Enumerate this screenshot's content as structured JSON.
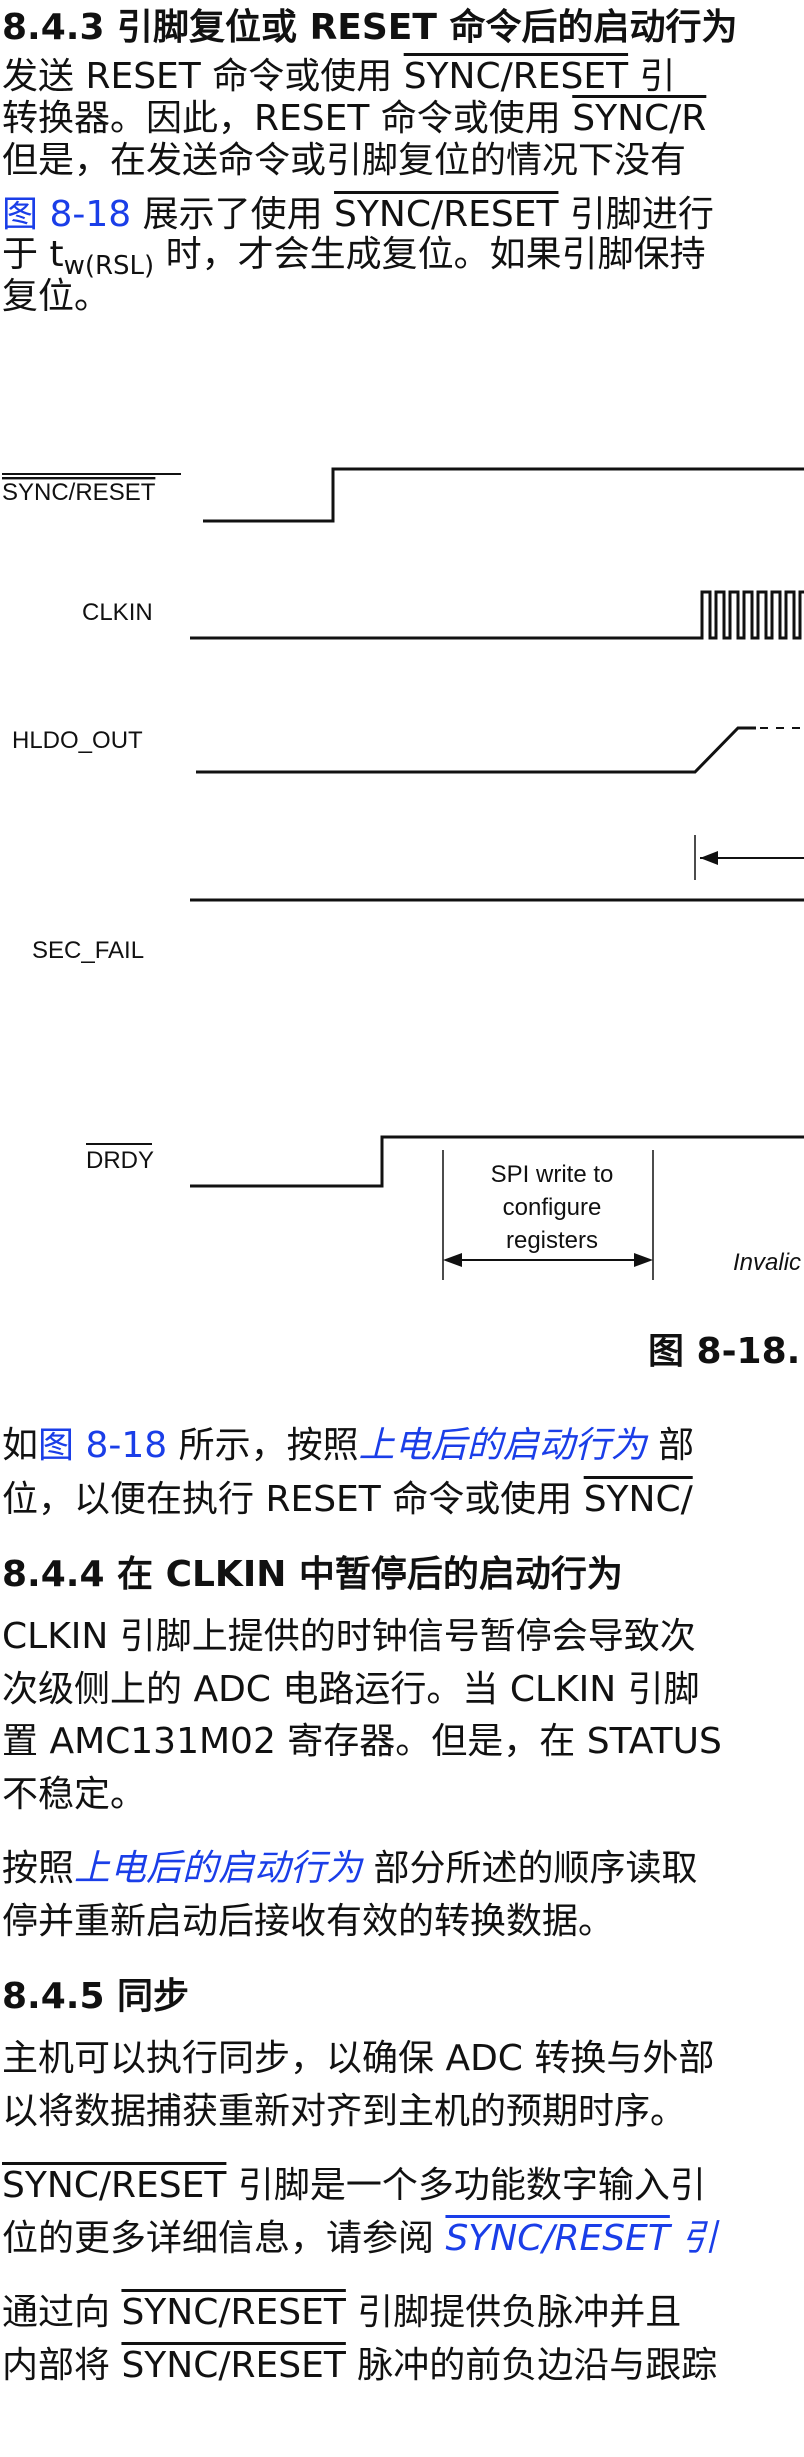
{
  "s843": {
    "heading": "8.4.3 引脚复位或 RESET 命令后的启动行为",
    "p1": {
      "l1a": "发送 RESET 命令或使用 ",
      "l1b": "SYNC/RESET",
      "l1c": " 引",
      "l2a": "转换器。因此，RESET 命令或使用 ",
      "l2b": "SYNC/R",
      "l3": "但是，在发送命令或引脚复位的情况下没有"
    },
    "p2": {
      "l1a": "图 8-18",
      "l1b": " 展示了使用 ",
      "l1c": "SYNC/RESET",
      "l1d": " 引脚进行",
      "l2a": "于 t",
      "l2b": "w(RSL)",
      "l2c": " 时，才会生成复位。如果引脚保持",
      "l3": "复位。"
    }
  },
  "figure": {
    "signals": [
      "SYNC/RESET",
      "CLKIN",
      "HLDO_OUT",
      "SEC_FAIL",
      "DRDY"
    ],
    "spi_note": [
      "SPI write to",
      "configure",
      "registers"
    ],
    "invalid_text": "Invalic",
    "caption": "图 8-18."
  },
  "p3": {
    "l1a": "如",
    "l1b": "图 8-18",
    "l1c": " 所示，按照",
    "l1d": "上电后的启动行为",
    "l1e": " 部",
    "l2a": "位，以便在执行 RESET 命令或使用 ",
    "l2b": "SYNC/"
  },
  "s844": {
    "heading": "8.4.4 在 CLKIN 中暂停后的启动行为",
    "p1": [
      "CLKIN 引脚上提供的时钟信号暂停会导致次",
      "次级侧上的 ADC 电路运行。当 CLKIN 引脚",
      "置 AMC131M02 寄存器。但是，在 STATUS",
      "不稳定。"
    ],
    "p2": {
      "l1a": "按照",
      "l1b": "上电后的启动行为",
      "l1c": " 部分所述的顺序读取",
      "l2": "停并重新启动后接收有效的转换数据。"
    }
  },
  "s845": {
    "heading": "8.4.5 同步",
    "p1": [
      "主机可以执行同步，以确保 ADC 转换与外部",
      "以将数据捕获重新对齐到主机的预期时序。"
    ],
    "p2": {
      "l1a": "SYNC/RESET",
      "l1b": " 引脚是一个多功能数字输入引",
      "l2a": "位的更多详细信息，请参阅 ",
      "l2b": "SYNC/RESET",
      "l2c": " 引"
    },
    "p3": {
      "l1a": "通过向 ",
      "l1b": "SYNC/RESET",
      "l1c": " 引脚提供负脉冲并且",
      "l2a": "内部将 ",
      "l2b": "SYNC/RESET",
      "l2c": " 脉冲的前负边沿与跟踪"
    }
  }
}
